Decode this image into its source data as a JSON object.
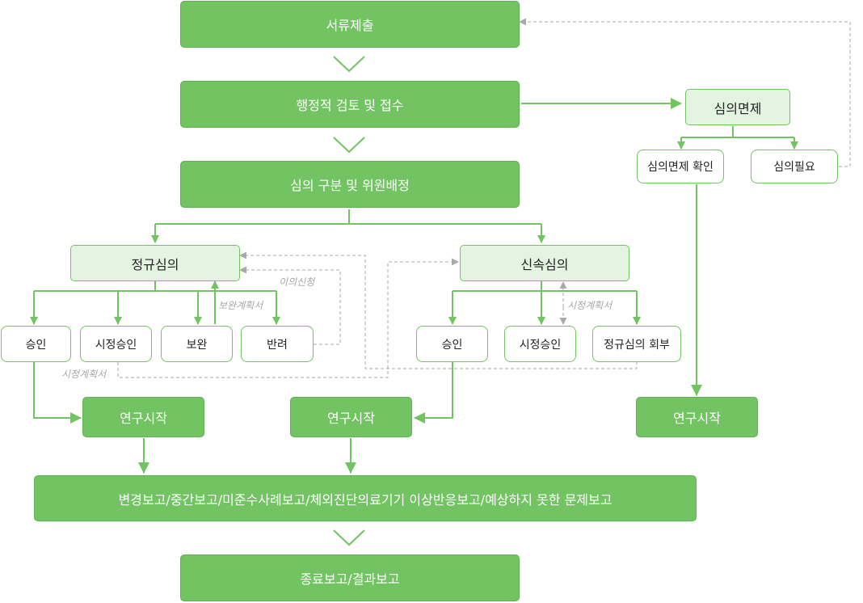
{
  "colors": {
    "accent": "#72c462",
    "accent_border": "#5fb24f",
    "light_fill": "#e3f5e1",
    "dashed": "#aaaaaa"
  },
  "main_flow": {
    "submit": "서류제출",
    "admin_review": "행정적 검토 및 접수",
    "classification": "심의 구분 및 위원배정",
    "reports": "변경보고/중간보고/미준수사례보고/체외진단의료기기 이상반응보고/예상하지 못한 문제보고",
    "final": "종료보고/결과보고"
  },
  "exemption": {
    "title": "심의면제",
    "confirm": "심의면제 확인",
    "needed": "심의필요",
    "start": "연구시작"
  },
  "regular": {
    "title": "정규심의",
    "approve": "승인",
    "conditional": "시정승인",
    "supplement": "보완",
    "reject": "반려",
    "start": "연구시작"
  },
  "expedited": {
    "title": "신속심의",
    "approve": "승인",
    "conditional": "시정승인",
    "referral": "정규심의 회부",
    "start": "연구시작"
  },
  "notes": {
    "appeal": "이의신청",
    "supplement_plan": "보완계획서",
    "correction_plan_expedited": "시정계획서",
    "correction_plan_regular": "시정계획서"
  }
}
